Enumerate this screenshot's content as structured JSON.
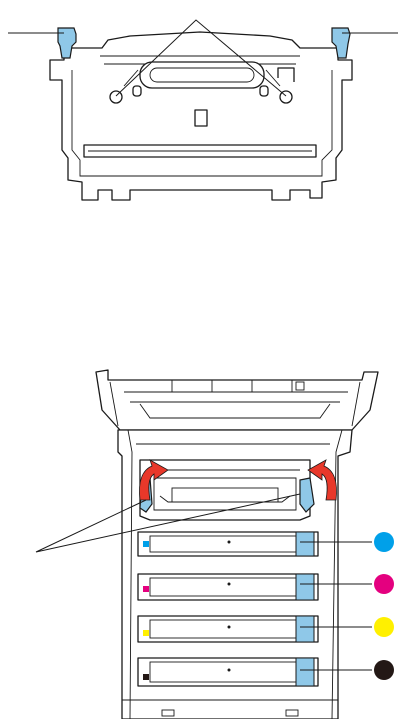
{
  "colors": {
    "latch_blue": "#8fc8e8",
    "arrow_red": "#e8382a",
    "cyan": "#00a0e9",
    "magenta": "#e4007f",
    "yellow": "#fff000",
    "black": "#231815",
    "line": "#1a1a1a"
  },
  "toner_cartridges": [
    {
      "name": "cyan",
      "color": "#00a0e9"
    },
    {
      "name": "magenta",
      "color": "#e4007f"
    },
    {
      "name": "yellow",
      "color": "#fff000"
    },
    {
      "name": "black",
      "color": "#231815"
    }
  ]
}
